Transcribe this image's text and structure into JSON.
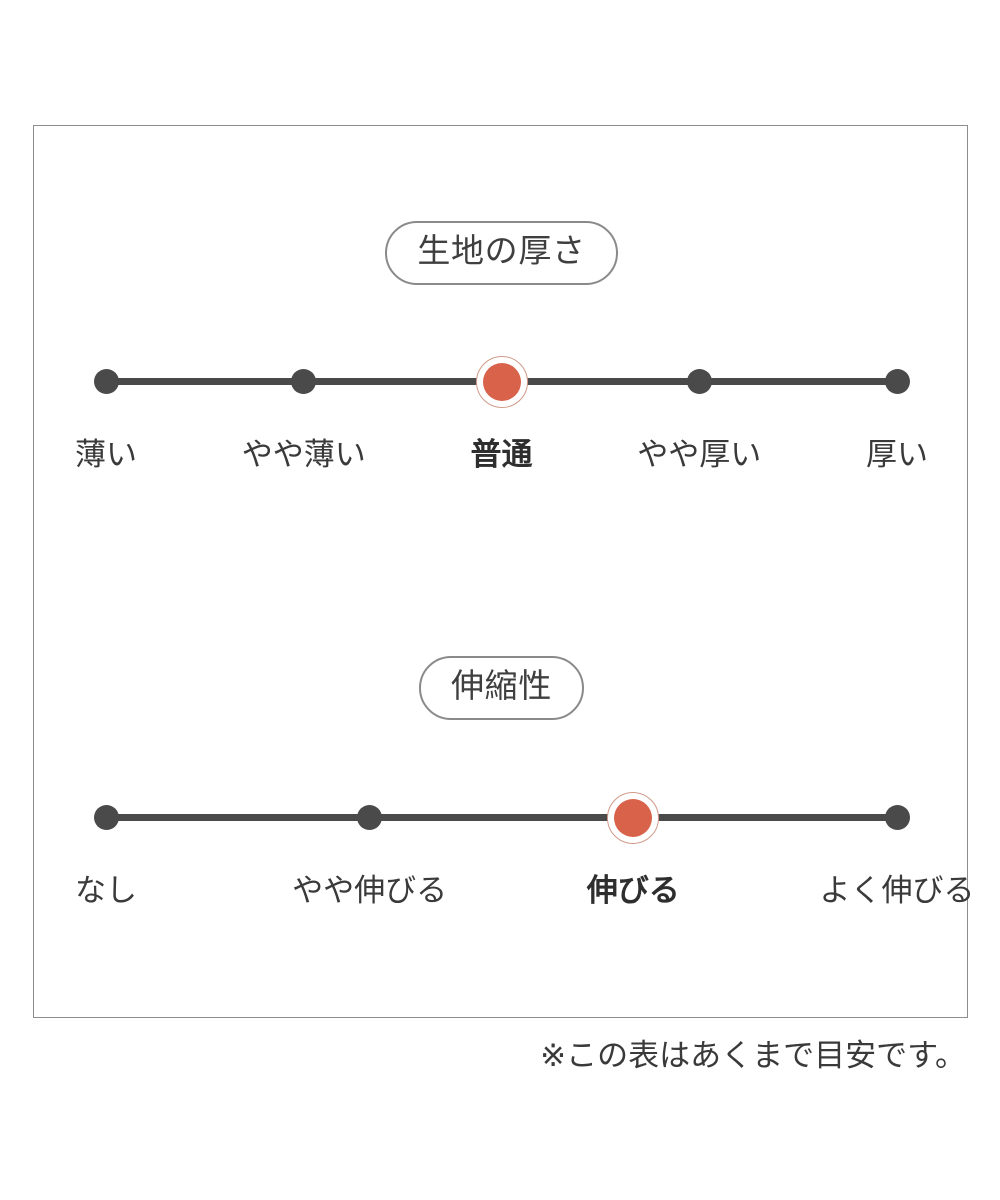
{
  "chart_data": {
    "type": "scale",
    "title": "",
    "note": "※この表はあくまで目安です。",
    "colors": {
      "accent": "#d9634a",
      "accent_ring": "#d09a88",
      "track": "#4a4a4a",
      "dot": "#4a4a4a",
      "border": "#8d8d8d",
      "pill_border": "#8a8a8a",
      "text": "#3a3a3a",
      "background": "#ffffff"
    },
    "scales": [
      {
        "name": "fabric-thickness",
        "heading": "生地の厚さ",
        "categories": [
          "薄い",
          "やや薄い",
          "普通",
          "やや厚い",
          "厚い"
        ],
        "selected_index": 2,
        "selected_value": "普通",
        "steps": 5
      },
      {
        "name": "stretchiness",
        "heading": "伸縮性",
        "categories": [
          "なし",
          "やや伸びる",
          "伸びる",
          "よく伸びる"
        ],
        "selected_index": 2,
        "selected_value": "伸びる",
        "steps": 4
      }
    ]
  },
  "panel": {
    "thickness": {
      "heading": "生地の厚さ",
      "labels": [
        "薄い",
        "やや薄い",
        "普通",
        "やや厚い",
        "厚い"
      ],
      "selected_index": 2
    },
    "stretch": {
      "heading": "伸縮性",
      "labels": [
        "なし",
        "やや伸びる",
        "伸びる",
        "よく伸びる"
      ],
      "selected_index": 2
    }
  },
  "footnote": {
    "text": "※この表はあくまで目安です。"
  }
}
